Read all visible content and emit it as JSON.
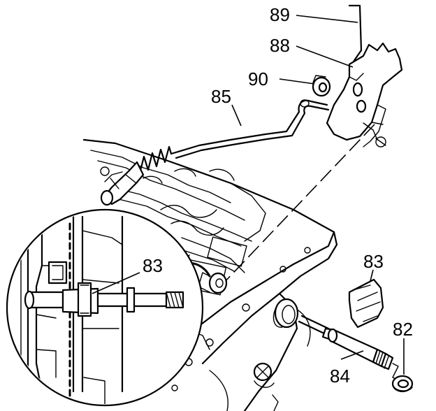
{
  "callouts": {
    "c89": "89",
    "c88": "88",
    "c90": "90",
    "c85": "85",
    "c83_inset": "83",
    "c83": "83",
    "c82": "82",
    "c84": "84"
  }
}
